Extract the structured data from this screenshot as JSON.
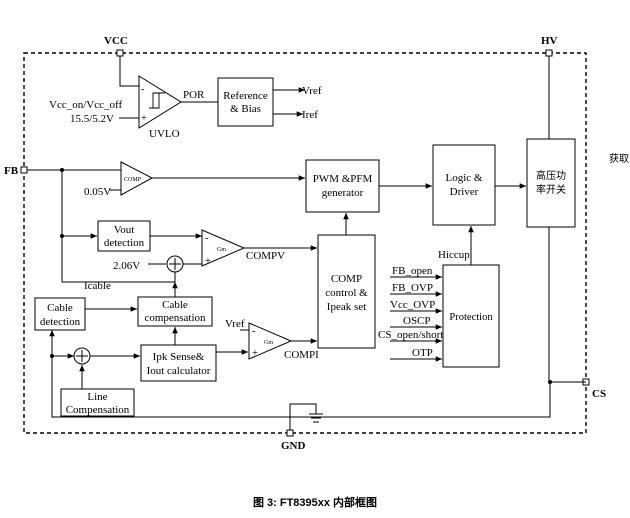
{
  "pins": {
    "vcc": "VCC",
    "hv": "HV",
    "fb": "FB",
    "cs": "CS",
    "gnd": "GND"
  },
  "blocks": {
    "reference_bias": [
      "Reference",
      "& Bias"
    ],
    "vout_detection": [
      "Vout",
      "detection"
    ],
    "cable_detection": [
      "Cable",
      "detection"
    ],
    "cable_compensation": [
      "Cable",
      "compensation"
    ],
    "ipk_sense": [
      "Ipk Sense&",
      "Iout calculator"
    ],
    "line_compensation": [
      "Line",
      "Compensation"
    ],
    "pwm_pfm": [
      "PWM &PFM",
      "generator"
    ],
    "comp_control": [
      "COMP",
      "control &",
      "Ipeak set"
    ],
    "logic_driver": [
      "Logic &",
      "Driver"
    ],
    "power_switch": [
      "高压功",
      "率开关"
    ],
    "protection": "Protection"
  },
  "labels": {
    "vcc_on_off": "Vcc_on/Vcc_off",
    "vcc_threshold": "15.5/5.2V",
    "uvlo": "UVLO",
    "por": "POR",
    "vref_out": "Vref",
    "iref_out": "Iref",
    "comp_small": "COMP",
    "fb_threshold": "0.05V",
    "gm": "Gm",
    "ref_2v06": "2.06V",
    "compv": "COMPV",
    "icable": "Icable",
    "vref_in": "Vref",
    "compi": "COMPI",
    "hiccup": "Hiccup",
    "plus": "+",
    "minus": "-"
  },
  "protection_inputs": [
    "FB_open",
    "FB_OVP",
    "Vcc_OVP",
    "OSCP",
    "CS_open/short",
    "OTP"
  ],
  "caption": "图 3: FT8395xx 内部框图",
  "side_label": "获取"
}
